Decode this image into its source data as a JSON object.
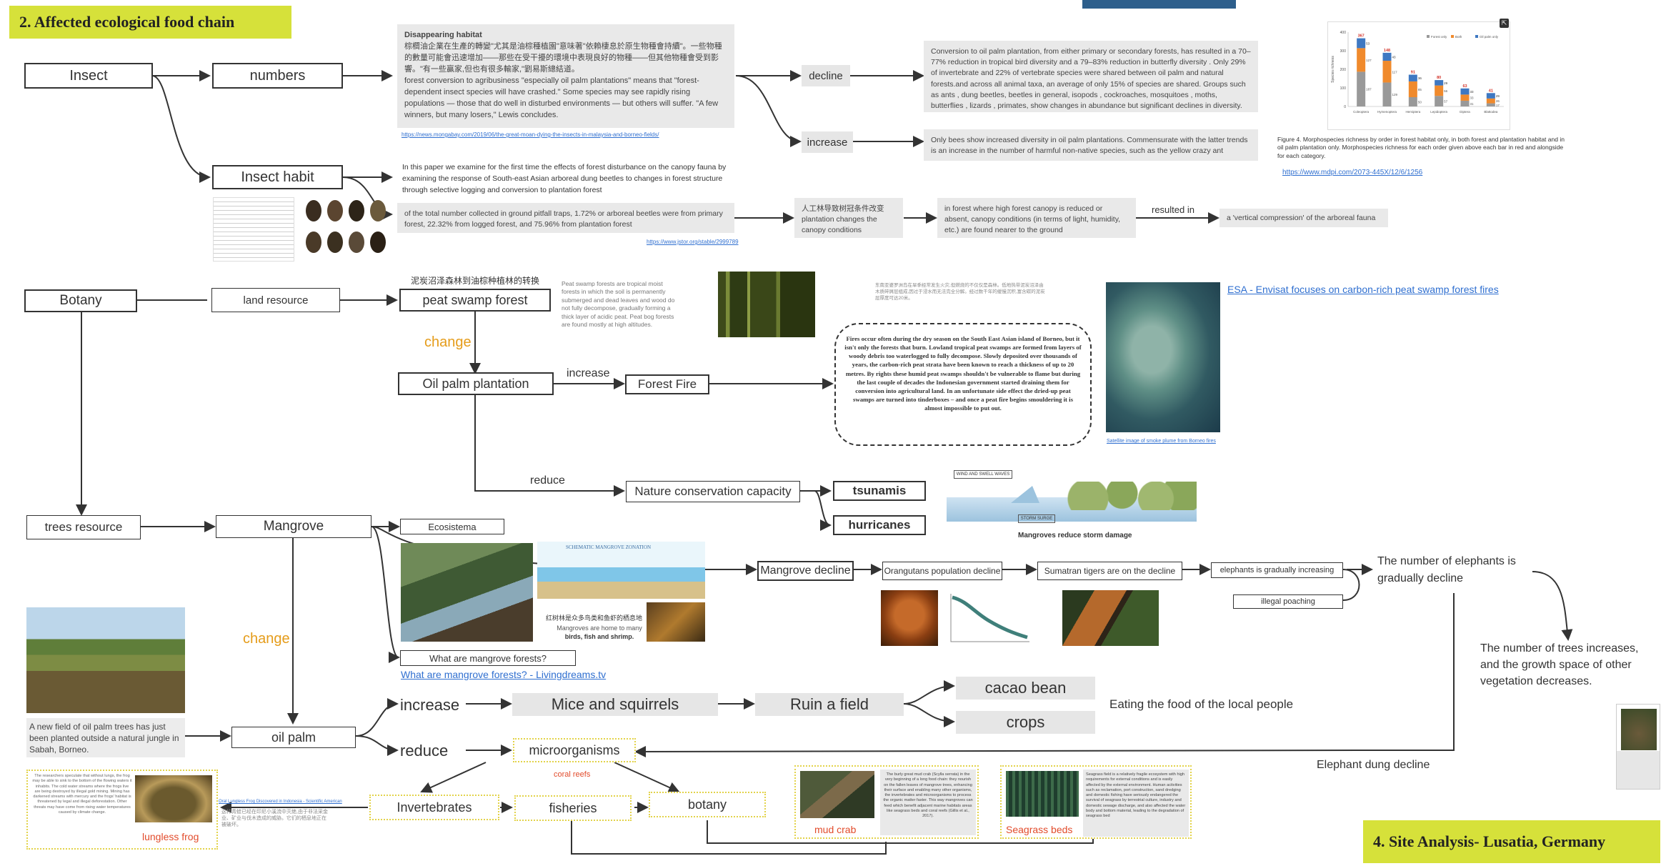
{
  "banners": {
    "title": "2.  Affected ecological food chain",
    "bottom": "4.  Site Analysis- Lusatia, Germany"
  },
  "nodes": {
    "insect": "Insect",
    "numbers": "numbers",
    "insect_habit": "Insect habit",
    "decline": "decline",
    "increase_top": "increase",
    "botany": "Botany",
    "land_resource": "land resource",
    "peat_swamp": "peat swamp forest",
    "change1": "change",
    "oil_palm_plantation": "Oil palm plantation",
    "increase_mid": "increase",
    "forest_fire": "Forest Fire",
    "reduce_mid": "reduce",
    "nature_conservation": "Nature conservation capacity",
    "tsunamis": "tsunamis",
    "hurricanes": "hurricanes",
    "trees_resource": "trees resource",
    "mangrove": "Mangrove",
    "ecosistema": "Ecosistema",
    "change2": "change",
    "mangrove_decline": "Mangrove decline",
    "orangutans": "Orangutans population decline",
    "tigers": "Sumatran tigers are on the decline",
    "elephants_increase": "elephants is gradually increasing",
    "illegal_poaching": "illegal poaching",
    "elephants_decline": "The number of elephants is gradually decline",
    "trees_increase": "The number of trees increases, and the growth space of other vegetation decreases.",
    "what_mangrove": "What are mangrove forests?",
    "what_mangrove_link": "What are mangrove forests? - Livingdreams.tv",
    "oil_palm": "oil palm",
    "increase_low": "increase",
    "reduce_low": "reduce",
    "mice": "Mice and squirrels",
    "ruin": "Ruin a field",
    "cacao": "cacao bean",
    "crops": "crops",
    "eating": "Eating the food of the local people",
    "microorganisms": "microorganisms",
    "coral_reefs": "coral reefs",
    "invertebrates": "Invertebrates",
    "fisheries": "fisheries",
    "botany_low": "botany",
    "elephant_dung": "Elephant dung decline",
    "resulted_in": "resulted in",
    "lungless_frog": "lungless frog",
    "mud_crab": "mud crab",
    "seagrass": "Seagrass beds"
  },
  "texts": {
    "disappearing_title": "Disappearing habitat",
    "disappearing_cn": "棕櫚油企業在生產的轉變\"尤其是油棕種植園\"意味著\"依賴棲息於原生物種會持續\"。一些物種的數量可能會迅速增加——那些在受干擾的環境中表現良好的物種——但其他物種會受到影響。\"有一些贏家,但也有很多輸家,\"劉易斯總結道。",
    "disappearing_en": "forest conversion to agribusiness \"especially oil palm plantations\" means that \"forest-dependent insect species will have crashed.\" Some species may see rapidly rising populations — those that do well in disturbed environments — but others will suffer. \"A few winners, but many losers,\" Lewis concludes.",
    "disappearing_link": "https://news.mongabay.com/2019/06/the-great-moan-dying-the-insects-in-malaysia-and-borneo-fields/",
    "decline_text": "Conversion to oil palm plantation, from either primary or secondary forests, has resulted in a 70–77% reduction in tropical bird diversity and a 79–83% reduction in butterfly diversity . Only 29% of invertebrate and 22% of vertebrate species were shared between oil palm and natural forests.and across all animal taxa, an average of only 15% of species are shared. Groups such as ants , dung beetles, beetles in general, isopods , cockroaches, mosquitoes , moths, butterflies , lizards , primates, show changes in abundance but significant declines in diversity.",
    "increase_text": "Only bees show increased diversity in oil palm plantations. Commensurate with the latter trends is an increase in the number of harmful non-native species, such as the yellow crazy ant",
    "figure_caption": "Figure 4. Morphospecies richness by order in forest habitat only, in both forest and plantation habitat and in oil palm plantation only. Morphospecies richness for each order given above each bar in red and alongside for each category.",
    "figure_link": "https://www.mdpi.com/2073-445X/12/6/1256",
    "habit_text": "In this paper we examine for the first time the effects of forest disturbance on the canopy fauna by examining the response of South-east Asian arboreal dung beetles to changes in forest structure through selective logging and conversion to plantation forest",
    "pitfall_text": "of the total number collected in ground pitfall traps,  1.72% or arboreal beetles were from primary forest,  22.32% from logged forest, and 75.96% from plantation  forest",
    "pitfall_link": "https://www.jstor.org/stable/2999789",
    "canopy_cn": "人工林导致树冠条件改变 plantation changes the canopy conditions",
    "canopy_effect": "in forest where high forest canopy is reduced or absent, canopy conditions (in terms of light, humidity, etc.) are found nearer to the ground",
    "vertical": "a 'vertical compression' of the arboreal fauna",
    "peat_cn": "泥炭沼泽森林到油棕种植林的转换",
    "peat_desc": "Peat swamp forests are tropical moist forests in which the soil is permanently submerged and dead leaves and wood do not fully decompose, gradually forming a thick layer of acidic peat. Peat bog forests are found mostly at high altitudes.",
    "fire_text": "Fires occur often during the dry season on the South East Asian island of Borneo, but it isn't only the forests that burn. Lowland tropical peat swamps are formed from layers of woody debris too waterlogged to fully decompose. Slowly deposited over thousands of years, the carbon-rich peat strata have been known to reach a thickness of up to 20 metres. By rights these humid peat swamps shouldn't be vulnerable to flame but during the last couple of decades the Indonesian government started draining them for conversion into agricultural land. In an unfortunate side effect the dried-up peat swamps are turned into tinderboxes – and once a peat fire begins smouldering it is almost impossible to put out.",
    "fire_cn": "东南亚婆罗洲岛在旱季经常发生火灾,但燃烧的不仅仅是森林。低地热带泥炭沼泽由木质碎屑层组成,因过于浸水而无法完全分解。经过数千年的缓慢沉积,富含碳的泥炭层厚度可达20米。",
    "esa_link": "ESA - Envisat focuses on carbon-rich peat swamp forest fires",
    "satellite_caption": "Satellite image of smoke plume from Borneo fires",
    "storm_caption": "Mangroves reduce storm damage",
    "mangrove_zonation": "SCHEMATIC MANGROVE ZONATION",
    "mangrove_cn": "红树林是众多鸟类和鱼虾的栖息地",
    "mangrove_home": "Mangroves are home to many",
    "mangrove_home2": "birds, fish and shrimp.",
    "palm_caption": "A new field of oil palm trees has just been planted outside a natural jungle in Sabah, Borneo.",
    "frog_text": "The researchers speculate that without lungs, the frog may be able to sink to the bottom of the flowing waters it inhabits. The cold water streams where the frogs live are being destroyed by illegal gold mining. Mining has darkened streams with mercury and the frogs' habitat is threatened by legal and illegal deforestation. Other threats may have come from rising water temperatures caused by climate change.",
    "frog_link": "Oral Lungless Frog Discovered in Indonesia - Scientific American",
    "frog_cn": "这种青蛙已经在印尼小溪流中灭绝,由于非法采金业、矿业与伐木造成的威胁。它们的栖息地正在被破坏。",
    "crab_text": "The burly great mud crab (Scylla serrata) in the very beginning of a long food chain: they nourish on the fallen leaves of mangrove trees, enhancing their surface and enabling many other organisms, the invertebrates and microorganisms to process the organic matter faster. This way mangroves can feed which benefit adjacent marine habitats areas like seagrass beds and coral reefs (Gillis et al., 2017).",
    "seagrass_text": "Seagrass field is a relatively fragile ecosystem with high requirements for external conditions and is easily affected by the external environment. Human activities such as reclamation, port construction, sand dredging and domestic fishing have seriously endangered the survival of seagrass by terrestrial culture, industry and domestic sewage discharge, and also affected the water body and bottom material, leading to the degradation of seagrass bed"
  },
  "colors": {
    "banner": "#d6e13a",
    "orange": "#e59c1a",
    "link": "#2f6fd0",
    "red": "#e24b2b"
  },
  "chart_data": {
    "type": "bar",
    "categories": [
      "Coleoptera",
      "Hymenoptera",
      "Hemiptera",
      "Lepidoptera",
      "Diptera",
      "Blattodea"
    ],
    "series": [
      {
        "name": "Forest only",
        "values": [
          187,
          129,
          50,
          57,
          31,
          17
        ]
      },
      {
        "name": "Both",
        "values": [
          127,
          117,
          85,
          56,
          33,
          26
        ]
      },
      {
        "name": "Oil palm only",
        "values": [
          53,
          43,
          36,
          29,
          33,
          29
        ]
      }
    ],
    "totals": [
      367,
      148,
      91,
      80,
      63,
      41
    ],
    "ylabel": "Species richness",
    "ylim": [
      0,
      400
    ]
  }
}
